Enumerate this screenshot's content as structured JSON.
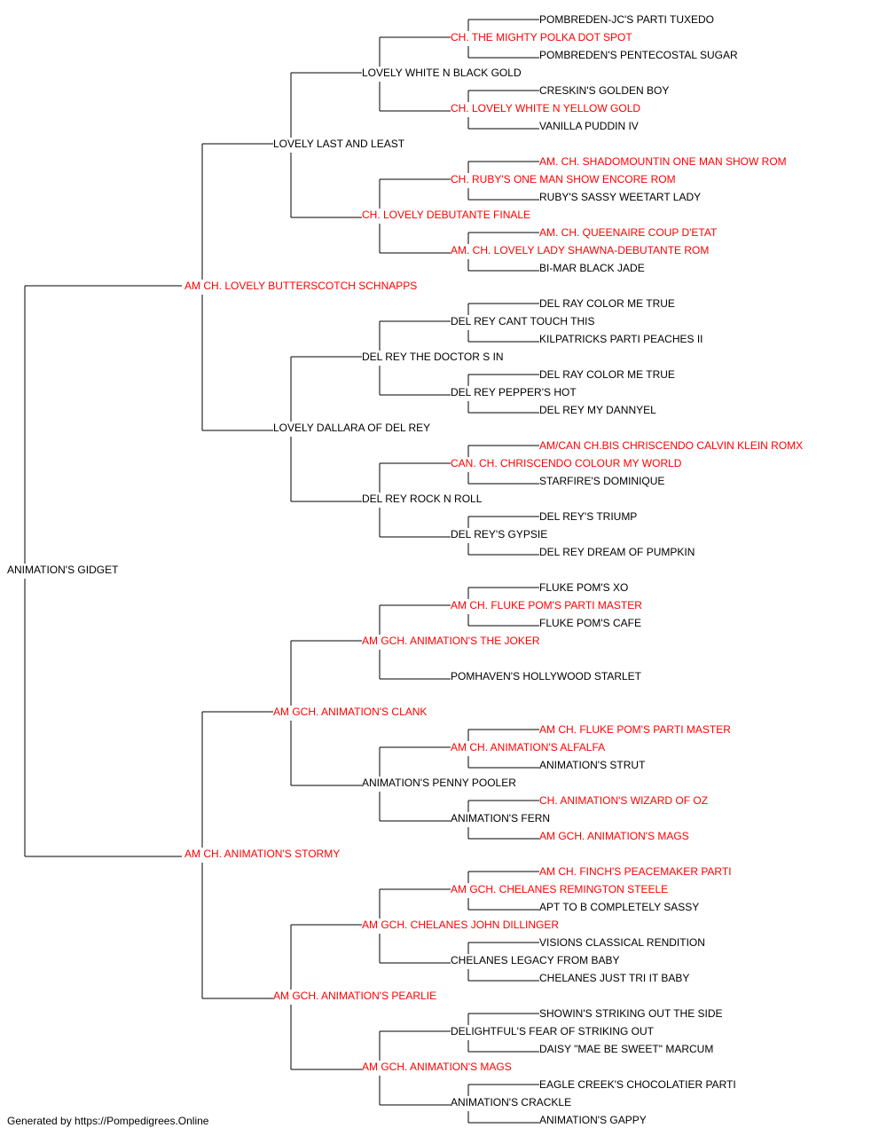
{
  "colors": {
    "champion": "#ff0000",
    "normal": "#000000",
    "line": "#000000"
  },
  "footer": "Generated by https://Pompedigrees.Online",
  "pedigree": {
    "name": "ANIMATION'S GIDGET",
    "champion": false,
    "sire": {
      "name": "AM CH. LOVELY BUTTERSCOTCH SCHNAPPS",
      "champion": true,
      "sire": {
        "name": "LOVELY LAST AND LEAST",
        "champion": false,
        "sire": {
          "name": "LOVELY WHITE N BLACK GOLD",
          "champion": false,
          "sire": {
            "name": "CH. THE MIGHTY POLKA DOT SPOT",
            "champion": true,
            "sire": {
              "name": "POMBREDEN-JC'S PARTI TUXEDO",
              "champion": false
            },
            "dam": {
              "name": "POMBREDEN'S PENTECOSTAL SUGAR",
              "champion": false
            }
          },
          "dam": {
            "name": "CH. LOVELY WHITE N YELLOW GOLD",
            "champion": true,
            "sire": {
              "name": "CRESKIN'S GOLDEN BOY",
              "champion": false
            },
            "dam": {
              "name": "VANILLA PUDDIN IV",
              "champion": false
            }
          }
        },
        "dam": {
          "name": "CH. LOVELY DEBUTANTE FINALE",
          "champion": true,
          "sire": {
            "name": "CH. RUBY'S ONE MAN SHOW ENCORE ROM",
            "champion": true,
            "sire": {
              "name": "AM. CH. SHADOMOUNTIN ONE MAN SHOW ROM",
              "champion": true
            },
            "dam": {
              "name": "RUBY'S SASSY WEETART LADY",
              "champion": false
            }
          },
          "dam": {
            "name": "AM. CH. LOVELY LADY SHAWNA-DEBUTANTE ROM",
            "champion": true,
            "sire": {
              "name": "AM. CH. QUEENAIRE COUP D'ETAT",
              "champion": true
            },
            "dam": {
              "name": "BI-MAR BLACK JADE",
              "champion": false
            }
          }
        }
      },
      "dam": {
        "name": "LOVELY DALLARA OF DEL REY",
        "champion": false,
        "sire": {
          "name": "DEL REY THE DOCTOR S IN",
          "champion": false,
          "sire": {
            "name": "DEL REY CANT TOUCH THIS",
            "champion": false,
            "sire": {
              "name": "DEL RAY COLOR ME TRUE",
              "champion": false
            },
            "dam": {
              "name": "KILPATRICKS PARTI PEACHES II",
              "champion": false
            }
          },
          "dam": {
            "name": "DEL REY PEPPER'S HOT",
            "champion": false,
            "sire": {
              "name": "DEL RAY COLOR ME TRUE",
              "champion": false
            },
            "dam": {
              "name": "DEL REY MY DANNYEL",
              "champion": false
            }
          }
        },
        "dam": {
          "name": "DEL REY ROCK N ROLL",
          "champion": false,
          "sire": {
            "name": "CAN. CH. CHRISCENDO COLOUR MY WORLD",
            "champion": true,
            "sire": {
              "name": "AM/CAN CH.BIS CHRISCENDO CALVIN KLEIN ROMX",
              "champion": true
            },
            "dam": {
              "name": "STARFIRE'S DOMINIQUE",
              "champion": false
            }
          },
          "dam": {
            "name": "DEL REY'S GYPSIE",
            "champion": false,
            "sire": {
              "name": "DEL REY'S TRIUMP",
              "champion": false
            },
            "dam": {
              "name": "DEL REY DREAM OF PUMPKIN",
              "champion": false
            }
          }
        }
      }
    },
    "dam": {
      "name": "AM CH. ANIMATION'S STORMY",
      "champion": true,
      "sire": {
        "name": "AM GCH. ANIMATION'S CLANK",
        "champion": true,
        "sire": {
          "name": "AM GCH. ANIMATION'S THE JOKER",
          "champion": true,
          "sire": {
            "name": "AM CH. FLUKE POM'S PARTI MASTER",
            "champion": true,
            "sire": {
              "name": "FLUKE POM'S XO",
              "champion": false
            },
            "dam": {
              "name": "FLUKE POM'S CAFE",
              "champion": false
            }
          },
          "dam": {
            "name": "POMHAVEN'S HOLLYWOOD STARLET",
            "champion": false
          }
        },
        "dam": {
          "name": "ANIMATION'S PENNY POOLER",
          "champion": false,
          "sire": {
            "name": "AM CH. ANIMATION'S ALFALFA",
            "champion": true,
            "sire": {
              "name": "AM CH. FLUKE POM'S PARTI MASTER",
              "champion": true
            },
            "dam": {
              "name": "ANIMATION'S STRUT",
              "champion": false
            }
          },
          "dam": {
            "name": "ANIMATION'S FERN",
            "champion": false,
            "sire": {
              "name": "CH. ANIMATION'S WIZARD OF OZ",
              "champion": true
            },
            "dam": {
              "name": "AM GCH. ANIMATION'S MAGS",
              "champion": true
            }
          }
        }
      },
      "dam": {
        "name": "AM GCH. ANIMATION'S PEARLIE",
        "champion": true,
        "sire": {
          "name": "AM GCH. CHELANES JOHN DILLINGER",
          "champion": true,
          "sire": {
            "name": "AM GCH. CHELANES REMINGTON STEELE",
            "champion": true,
            "sire": {
              "name": "AM CH. FINCH'S PEACEMAKER PARTI",
              "champion": true
            },
            "dam": {
              "name": "APT TO B COMPLETELY SASSY",
              "champion": false
            }
          },
          "dam": {
            "name": "CHELANES LEGACY FROM BABY",
            "champion": false,
            "sire": {
              "name": "VISIONS CLASSICAL RENDITION",
              "champion": false
            },
            "dam": {
              "name": "CHELANES JUST TRI IT BABY",
              "champion": false
            }
          }
        },
        "dam": {
          "name": "AM GCH. ANIMATION'S MAGS",
          "champion": true,
          "sire": {
            "name": "DELIGHTFUL'S FEAR OF STRIKING OUT",
            "champion": false,
            "sire": {
              "name": "SHOWIN'S STRIKING OUT THE SIDE",
              "champion": false
            },
            "dam": {
              "name": "DAISY \"MAE BE SWEET\" MARCUM",
              "champion": false
            }
          },
          "dam": {
            "name": "ANIMATION'S CRACKLE",
            "champion": false,
            "sire": {
              "name": "EAGLE CREEK'S CHOCOLATIER PARTI",
              "champion": false
            },
            "dam": {
              "name": "ANIMATION'S GAPPY",
              "champion": false
            }
          }
        }
      }
    }
  }
}
